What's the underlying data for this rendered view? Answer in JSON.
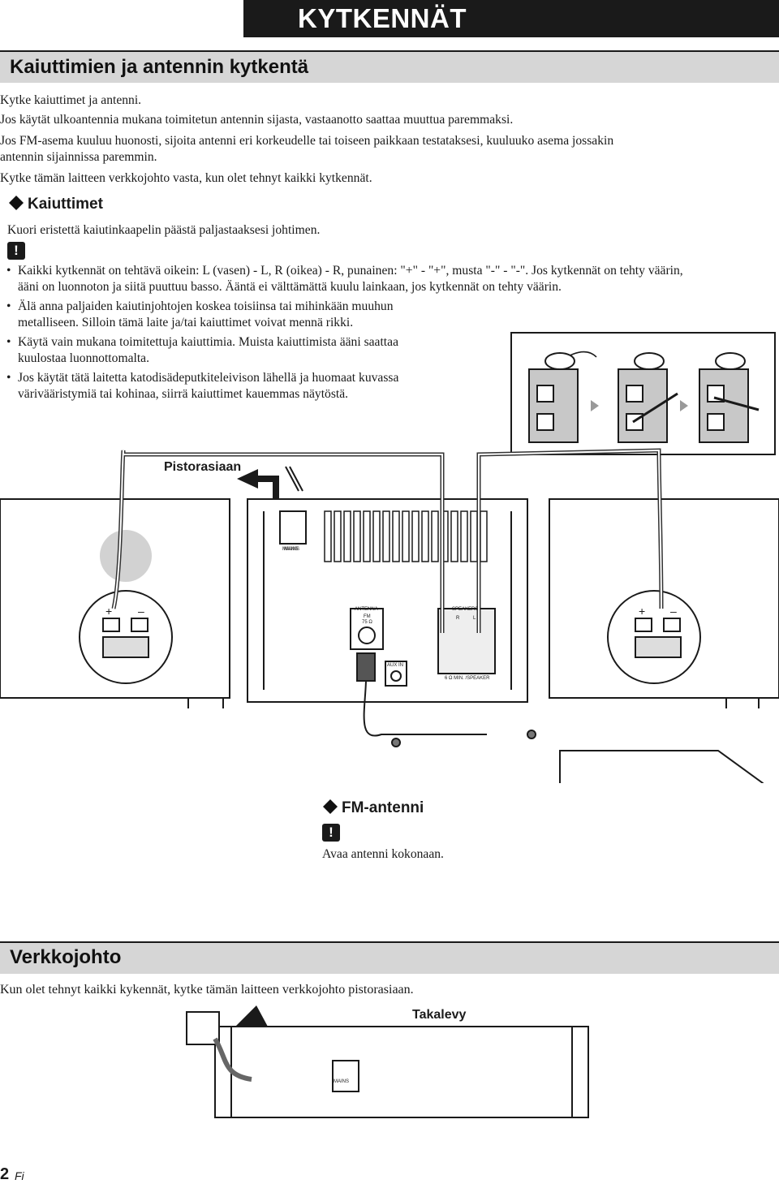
{
  "header": {
    "title": "KYTKENNÄT"
  },
  "section1": {
    "title": "Kaiuttimien ja antennin kytkentä",
    "paragraphs": [
      "Kytke kaiuttimet ja antenni.",
      "Jos käytät ulkoantennia mukana toimitetun antennin sijasta, vastaanotto saattaa muuttua paremmaksi.",
      "Jos FM-asema kuuluu huonosti, sijoita antenni eri korkeudelle tai toiseen paikkaan testataksesi, kuuluuko asema jossakin",
      "antennin sijainnissa paremmin.",
      "Kytke tämän laitteen verkkojohto vasta, kun olet tehnyt kaikki kytkennät."
    ]
  },
  "speakers": {
    "heading": "Kaiuttimet",
    "intro": "Kuori eristettä kaiutinkaapelin päästä paljastaaksesi johtimen.",
    "warning_symbol": "!",
    "bullets": [
      [
        "Kaikki kytkennät on tehtävä oikein: L (vasen) - L, R (oikea) - R, punainen: \"+\" - \"+\", musta \"-\" - \"-\". Jos kytkennät on tehty väärin,",
        "ääni on luonnoton ja siitä puuttuu basso. Ääntä ei välttämättä kuulu lainkaan, jos kytkennät on tehty väärin."
      ],
      [
        "Älä anna paljaiden kaiutinjohtojen koskea toisiinsa tai mihinkään muuhun",
        "metalliseen. Silloin tämä laite ja/tai kaiuttimet voivat mennä rikki."
      ],
      [
        "Käytä vain mukana toimitettuja kaiuttimia. Muista kaiuttimista ääni saattaa",
        "kuulostaa luonnottomalta."
      ],
      [
        "Jos käytät tätä laitetta katodisädeputkiteleivison lähellä ja huomaat kuvassa",
        "värivääristymiä tai kohinaa, siirrä kaiuttimet kauemmas näytöstä."
      ]
    ]
  },
  "diagram1": {
    "outlet_label": "Pistorasiaan",
    "mains_label": "MAINS",
    "antenna_label": "ANTENNA",
    "fm_label": "FM",
    "ohm_label": "75 Ω",
    "speakers_label": "SPEAKERS",
    "r_label": "R",
    "l_label": "L",
    "aux_label": "AUX IN",
    "speaker_min_label": "6 Ω MIN. /SPEAKER",
    "plus": "+",
    "minus": "–"
  },
  "fm": {
    "heading": "FM-antenni",
    "warning_symbol": "!",
    "text": "Avaa antenni kokonaan."
  },
  "section2": {
    "title": "Verkkojohto",
    "text": "Kun olet tehnyt kaikki kykennät, kytke tämän laitteen verkkojohto pistorasiaan.",
    "rear_label": "Takalevy",
    "mains_label": "MAINS"
  },
  "footer": {
    "page": "2",
    "lang": "Fi"
  }
}
